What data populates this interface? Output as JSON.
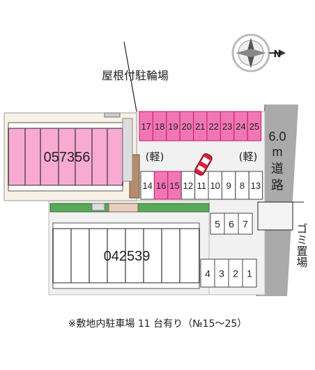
{
  "labels": {
    "roof_bicycle": "屋根付駐輪場",
    "building_north": "057356",
    "building_south": "042539",
    "kei_left": "(軽)",
    "kei_right": "(軽)",
    "road_width": "6.0",
    "road_unit": "m",
    "road_char1": "道",
    "road_char2": "路",
    "garbage": "ゴミ置場",
    "compass_letter": "N",
    "caption": "※敷地内駐車場 11 台有り（№15～25）"
  },
  "spaces_top": [
    {
      "no": "17",
      "highlight": true
    },
    {
      "no": "18",
      "highlight": true
    },
    {
      "no": "19",
      "highlight": true
    },
    {
      "no": "20",
      "highlight": true
    },
    {
      "no": "21",
      "highlight": true
    },
    {
      "no": "22",
      "highlight": true
    },
    {
      "no": "23",
      "highlight": true
    },
    {
      "no": "24",
      "highlight": true
    },
    {
      "no": "25",
      "highlight": true
    }
  ],
  "spaces_middle": [
    {
      "no": "14",
      "highlight": false
    },
    {
      "no": "16",
      "highlight": true
    },
    {
      "no": "15",
      "highlight": true
    },
    {
      "no": "12",
      "highlight": false
    },
    {
      "no": "11",
      "highlight": false
    },
    {
      "no": "10",
      "highlight": false
    },
    {
      "no": "9",
      "highlight": false
    },
    {
      "no": "8",
      "highlight": false
    },
    {
      "no": "13",
      "highlight": false
    }
  ],
  "spaces_right": [
    {
      "no": "5",
      "highlight": false
    },
    {
      "no": "6",
      "highlight": false
    },
    {
      "no": "7",
      "highlight": false
    }
  ],
  "spaces_bottom": [
    {
      "no": "4",
      "highlight": false
    },
    {
      "no": "3",
      "highlight": false
    },
    {
      "no": "2",
      "highlight": false
    },
    {
      "no": "1",
      "highlight": false
    }
  ],
  "colors": {
    "highlight": "#f077b4",
    "highlight_dark": "#c2186e",
    "building_fill": "#f8aad2",
    "ground": "#f1f1f1",
    "road": "#aaaaaa",
    "green": "#5aa85a"
  }
}
